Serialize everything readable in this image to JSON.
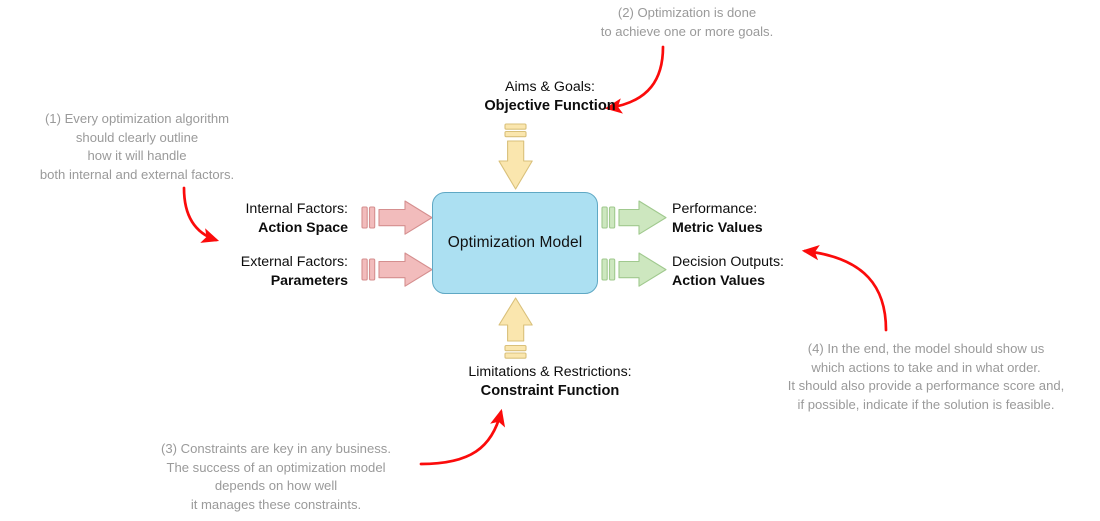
{
  "diagram": {
    "title": "Optimization Model Block Diagram",
    "center": {
      "label": "Optimization Model",
      "fill": "#ace0f2",
      "stroke": "#5fa8c4"
    },
    "inputs": [
      {
        "caption": "Internal Factors:",
        "value": "Action Space",
        "arrow_color": "#f2bcbc",
        "direction": "right"
      },
      {
        "caption": "External Factors:",
        "value": "Parameters",
        "arrow_color": "#f2bcbc",
        "direction": "right"
      }
    ],
    "outputs": [
      {
        "caption": "Performance:",
        "value": "Metric Values",
        "arrow_color": "#cde7bf",
        "direction": "right"
      },
      {
        "caption": "Decision Outputs:",
        "value": "Action Values",
        "arrow_color": "#cde7bf",
        "direction": "right"
      }
    ],
    "top": {
      "caption": "Aims & Goals:",
      "value": "Objective Function",
      "arrow_color": "#fae6ae",
      "direction": "down"
    },
    "bottom": {
      "caption": "Limitations & Restrictions:",
      "value": "Constraint Function",
      "arrow_color": "#fae6ae",
      "direction": "up"
    },
    "annotations": [
      {
        "id": "1",
        "text": "(1) Every optimization algorithm\nshould clearly outline\nhow it will handle\nboth internal and external factors.",
        "color": "#9a9a9a",
        "pointer_color": "#fb0b0b"
      },
      {
        "id": "2",
        "text": "(2) Optimization is done\nto achieve one or more goals.",
        "color": "#9a9a9a",
        "pointer_color": "#fb0b0b"
      },
      {
        "id": "3",
        "text": "(3) Constraints are key in any business.\nThe success of an optimization model\ndepends on how well\nit manages these constraints.",
        "color": "#9a9a9a",
        "pointer_color": "#fb0b0b"
      },
      {
        "id": "4",
        "text": "(4) In the end, the model should show us\nwhich actions to take and in what order.\nIt should also provide a performance score and,\nif possible, indicate if the solution is feasible.",
        "color": "#9a9a9a",
        "pointer_color": "#fb0b0b"
      }
    ]
  }
}
